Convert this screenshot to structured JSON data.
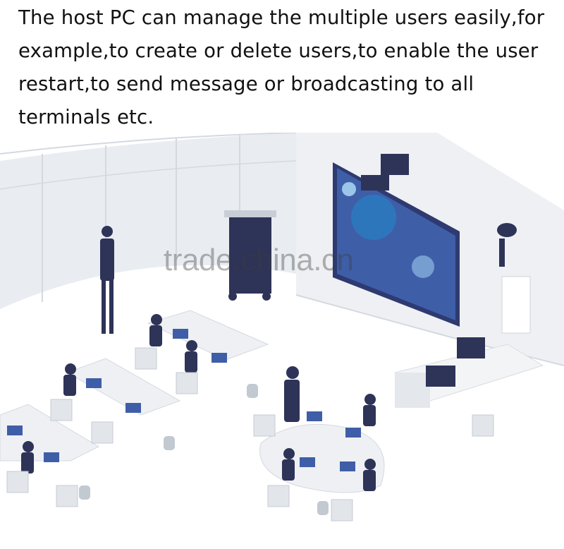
{
  "caption": {
    "line1": "The host PC can manage the multiple users easily,for",
    "line2": "example,to create or delete users,to enable the user",
    "line3": "restart,to send message or broadcasting to all",
    "line4": "terminals etc."
  },
  "watermark": "trade.china.cn",
  "colors": {
    "text": "#111111",
    "navy": "#2e3358",
    "panel_blue": "#3a4a8a",
    "table": "#eef0f3",
    "wall": "#e8ebef"
  },
  "icons": [
    "wifi-icon"
  ]
}
